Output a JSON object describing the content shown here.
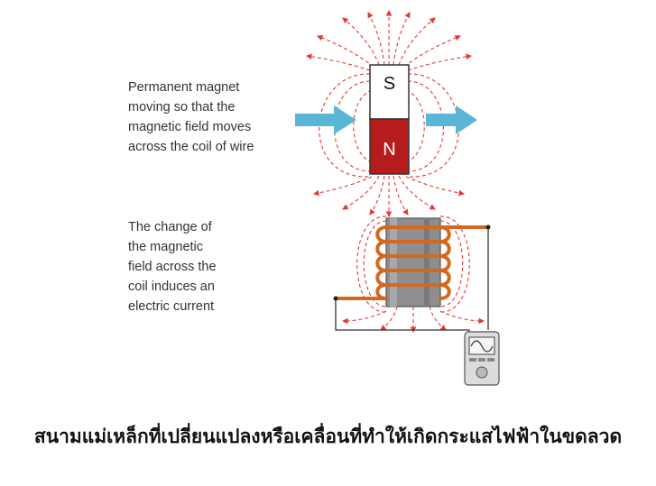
{
  "labels": {
    "magnet_description": [
      "Permanent magnet",
      "moving so that the",
      "magnetic field moves",
      "across the coil of wire"
    ],
    "coil_description": [
      "The change of",
      "the magnetic",
      "field across the",
      "coil induces an",
      "electric current"
    ]
  },
  "magnet": {
    "south_label": "S",
    "north_label": "N",
    "north_color": "#b71c1c",
    "south_color": "#ffffff"
  },
  "colors": {
    "field_lines": "#e53935",
    "motion_arrows": "#5ab6d6",
    "coil_wire": "#d2691e",
    "coil_core": "#8e8e8e"
  },
  "icons": {
    "meter": "oscilloscope-meter-icon",
    "arrow": "right-arrow-icon"
  },
  "caption": "สนามแม่เหล็กที่เปลี่ยนแปลงหรือเคลื่อนที่ทำให้เกิดกระแสไฟฟ้าในขดลวด"
}
